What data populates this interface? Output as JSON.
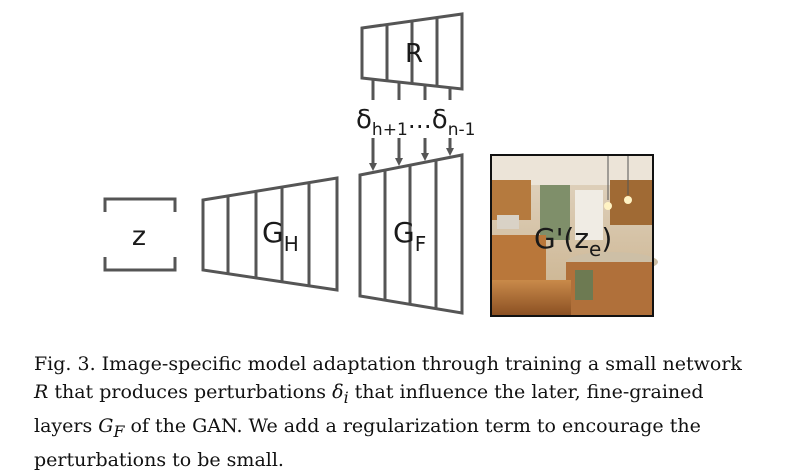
{
  "diagram": {
    "z_label": "z",
    "gh_label": "G",
    "gh_sub": "H",
    "gf_label": "G",
    "gf_sub": "F",
    "r_label": "R",
    "delta_first": "δ",
    "delta_first_sub": "h+1",
    "ellipsis": "…",
    "delta_last": "δ",
    "delta_last_sub": "n-1",
    "output_label": "G'(z",
    "output_sub": "e",
    "output_close": ")"
  },
  "caption": {
    "p1": "Fig. 3.  Image-specific model adaptation through training a small network ",
    "m_R": "R",
    "p2": " that produces perturbations ",
    "m_delta": "δ",
    "m_delta_sub": "i",
    "p3": " that influence the later, fine-grained layers ",
    "m_G": "G",
    "m_G_sub": "F",
    "p4": " of the GAN. We add a regularization term to encourage the perturbations to be small."
  },
  "colors": {
    "stroke": "#555555",
    "text": "#111111"
  }
}
